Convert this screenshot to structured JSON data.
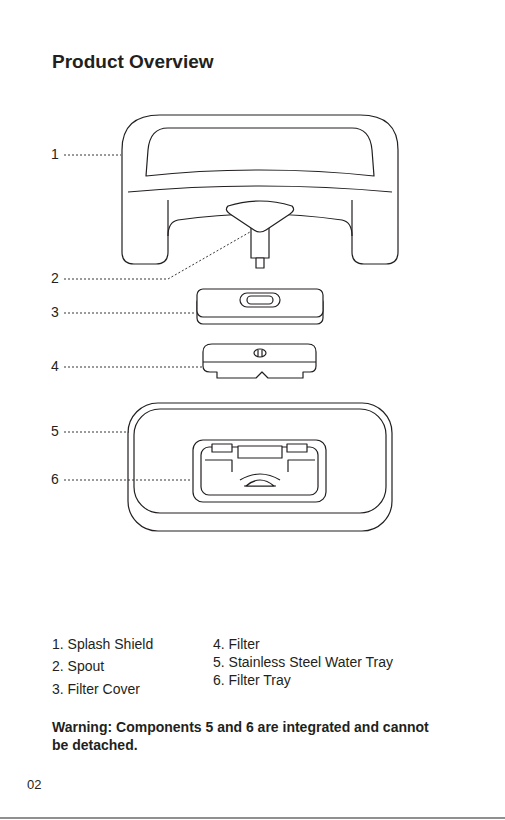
{
  "diagram": {
    "title": "Product Overview",
    "labels": [
      "1",
      "2",
      "3",
      "4",
      "5",
      "6",
      "1. Splash Shield",
      "2. Spout",
      "3. Filter Cover",
      "4. Filter",
      "5. Stainless Steel Water Tray",
      "6. Filter Tray",
      "Warning: Components 5 and 6 are integrated and cannot be detached.",
      "02"
    ]
  }
}
